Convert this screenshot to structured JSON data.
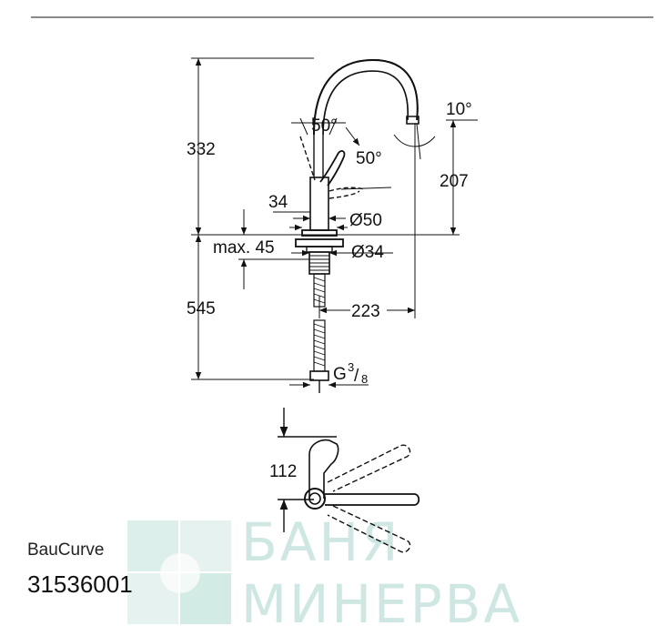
{
  "product": {
    "name": "BauCurve",
    "code": "31536001"
  },
  "dimensions": {
    "height_total": "332",
    "angle_lever_top": "50°",
    "angle_lever_side": "50°",
    "angle_spout": "10°",
    "spout_height": "207",
    "body_width": "34",
    "base_diameter": "Ø50",
    "max_thickness": "max. 45",
    "hole_diameter": "Ø34",
    "below_counter": "545",
    "reach": "223",
    "thread": "G",
    "thread_num": "3",
    "thread_den": "8",
    "lever_height": "112"
  },
  "watermark": {
    "line1": "БАНЯ",
    "line2": "МИНЕРВА"
  }
}
